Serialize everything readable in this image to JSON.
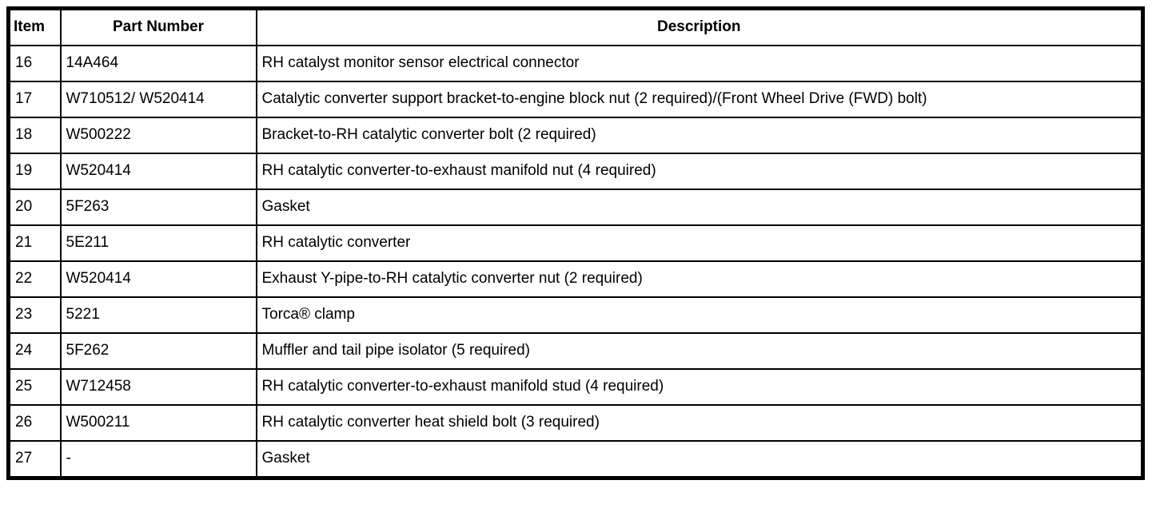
{
  "table": {
    "columns": [
      "Item",
      "Part Number",
      "Description"
    ],
    "rows": [
      {
        "item": "16",
        "part_number": "14A464",
        "description": "RH catalyst monitor sensor electrical connector"
      },
      {
        "item": "17",
        "part_number": "W710512/ W520414",
        "description": "Catalytic converter support bracket-to-engine block nut (2 required)/(Front Wheel Drive (FWD) bolt)"
      },
      {
        "item": "18",
        "part_number": "W500222",
        "description": "Bracket-to-RH catalytic converter bolt (2 required)"
      },
      {
        "item": "19",
        "part_number": "W520414",
        "description": "RH catalytic converter-to-exhaust manifold nut (4 required)"
      },
      {
        "item": "20",
        "part_number": "5F263",
        "description": "Gasket"
      },
      {
        "item": "21",
        "part_number": "5E211",
        "description": "RH catalytic converter"
      },
      {
        "item": "22",
        "part_number": "W520414",
        "description": "Exhaust Y-pipe-to-RH catalytic converter nut (2 required)"
      },
      {
        "item": "23",
        "part_number": "5221",
        "description": "Torca® clamp"
      },
      {
        "item": "24",
        "part_number": "5F262",
        "description": "Muffler and tail pipe isolator (5 required)"
      },
      {
        "item": "25",
        "part_number": "W712458",
        "description": "RH catalytic converter-to-exhaust manifold stud (4 required)"
      },
      {
        "item": "26",
        "part_number": "W500211",
        "description": "RH catalytic converter heat shield bolt (3 required)"
      },
      {
        "item": "27",
        "part_number": "-",
        "description": "Gasket"
      }
    ],
    "colors": {
      "border": "#000000",
      "background": "#ffffff",
      "text": "#000000"
    }
  }
}
